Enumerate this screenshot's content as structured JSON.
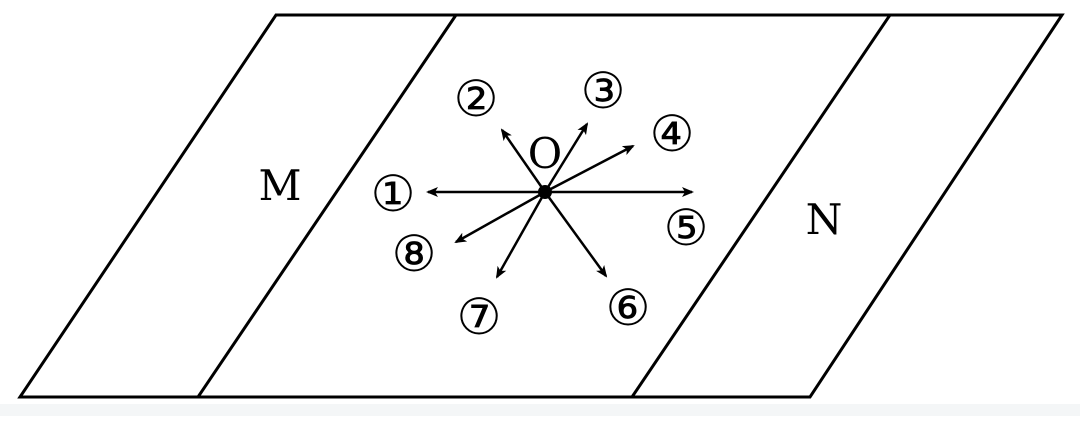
{
  "diagram": {
    "region_left_label": "M",
    "region_right_label": "N",
    "origin_label": "O",
    "directions": [
      {
        "id": 1,
        "label": "①"
      },
      {
        "id": 2,
        "label": "②"
      },
      {
        "id": 3,
        "label": "③"
      },
      {
        "id": 4,
        "label": "④"
      },
      {
        "id": 5,
        "label": "⑤"
      },
      {
        "id": 6,
        "label": "⑥"
      },
      {
        "id": 7,
        "label": "⑦"
      },
      {
        "id": 8,
        "label": "⑧"
      }
    ],
    "colors": {
      "stroke": "#000000",
      "background": "#ffffff"
    }
  }
}
